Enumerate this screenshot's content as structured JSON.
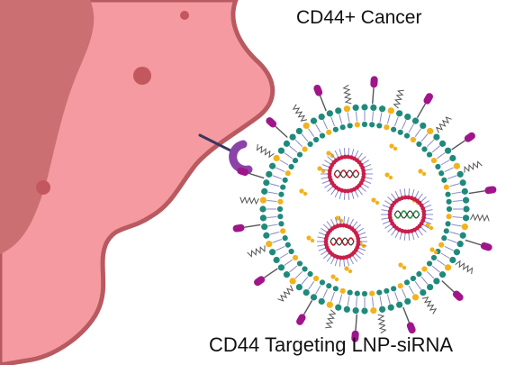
{
  "labels": {
    "top": "CD44+ Cancer",
    "bottom": "CD44 Targeting LNP-siRNA"
  },
  "colors": {
    "cell_fill": "#f49aa0",
    "cell_stroke": "#b85a60",
    "nucleus_fill": "#cc6f72",
    "nucleus_dots": "#c2585d",
    "receptor": "#8a44a8",
    "lipid_head_teal": "#1f8a7c",
    "lipid_head_yellow": "#f2b21c",
    "lipid_tail": "#8a8ac8",
    "peg_ligand": "#a0168a",
    "peg_strand": "#555555",
    "cargo_ring": "#c81f4a",
    "sirna_red": "#c0222a",
    "sirna_green": "#1c9a3a",
    "sirna_dark": "#333333"
  },
  "icons": {
    "cell": "cancer-cell",
    "receptor": "cd44-receptor-icon",
    "nanoparticle": "lipid-nanoparticle",
    "cargo": "sirna-cargo-icon"
  }
}
